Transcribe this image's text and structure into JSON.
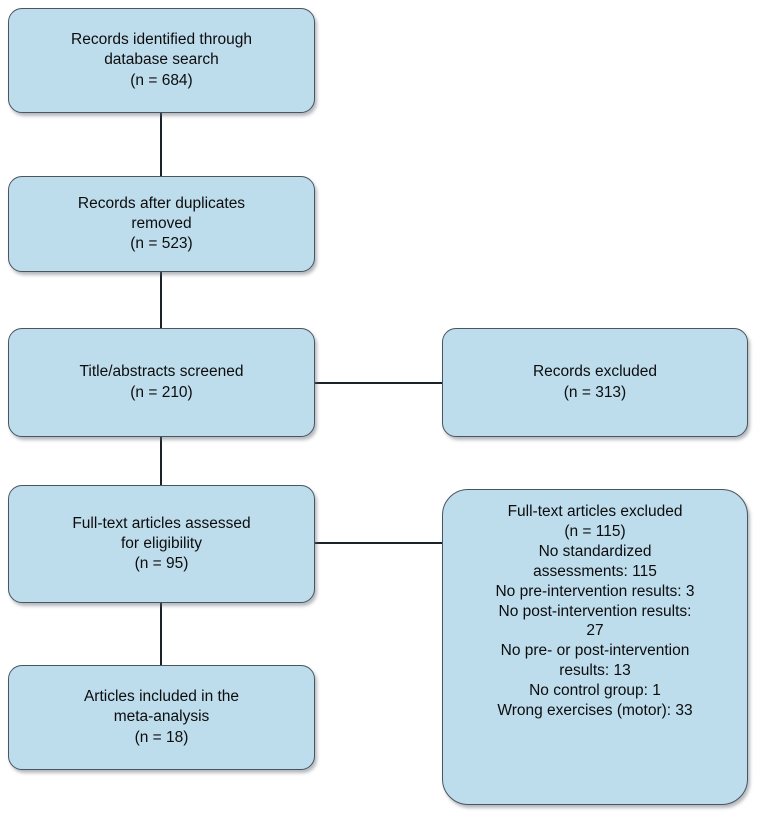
{
  "diagram": {
    "type": "prisma-flow-diagram",
    "colors": {
      "node_fill": "#bddcec",
      "node_border": "#4a5560",
      "connector": "#1c2328",
      "text": "#0d0d0d",
      "background": "#ffffff"
    },
    "nodes": [
      {
        "id": "identified",
        "lines": [
          "Records identified through",
          "database search",
          "(n = 684)"
        ]
      },
      {
        "id": "duplicates",
        "lines": [
          "Records after duplicates",
          "removed",
          "(n = 523)"
        ]
      },
      {
        "id": "screened",
        "lines": [
          "Title/abstracts screened",
          "(n = 210)"
        ]
      },
      {
        "id": "excluded",
        "lines": [
          "Records excluded",
          "(n = 313)"
        ]
      },
      {
        "id": "fulltext",
        "lines": [
          "Full-text articles assessed",
          "for eligibility",
          "(n = 95)"
        ]
      },
      {
        "id": "ftexcluded",
        "lines": [
          "Full-text articles excluded",
          "(n = 115)",
          "No standardized",
          "assessments: 115",
          "No pre-intervention results: 3",
          "No post-intervention results:",
          "27",
          "No pre- or post-intervention",
          "results: 13",
          "No control group: 1",
          "Wrong exercises (motor): 33"
        ]
      },
      {
        "id": "included",
        "lines": [
          "Articles included in the",
          "meta-analysis",
          "(n = 18)"
        ]
      }
    ]
  }
}
